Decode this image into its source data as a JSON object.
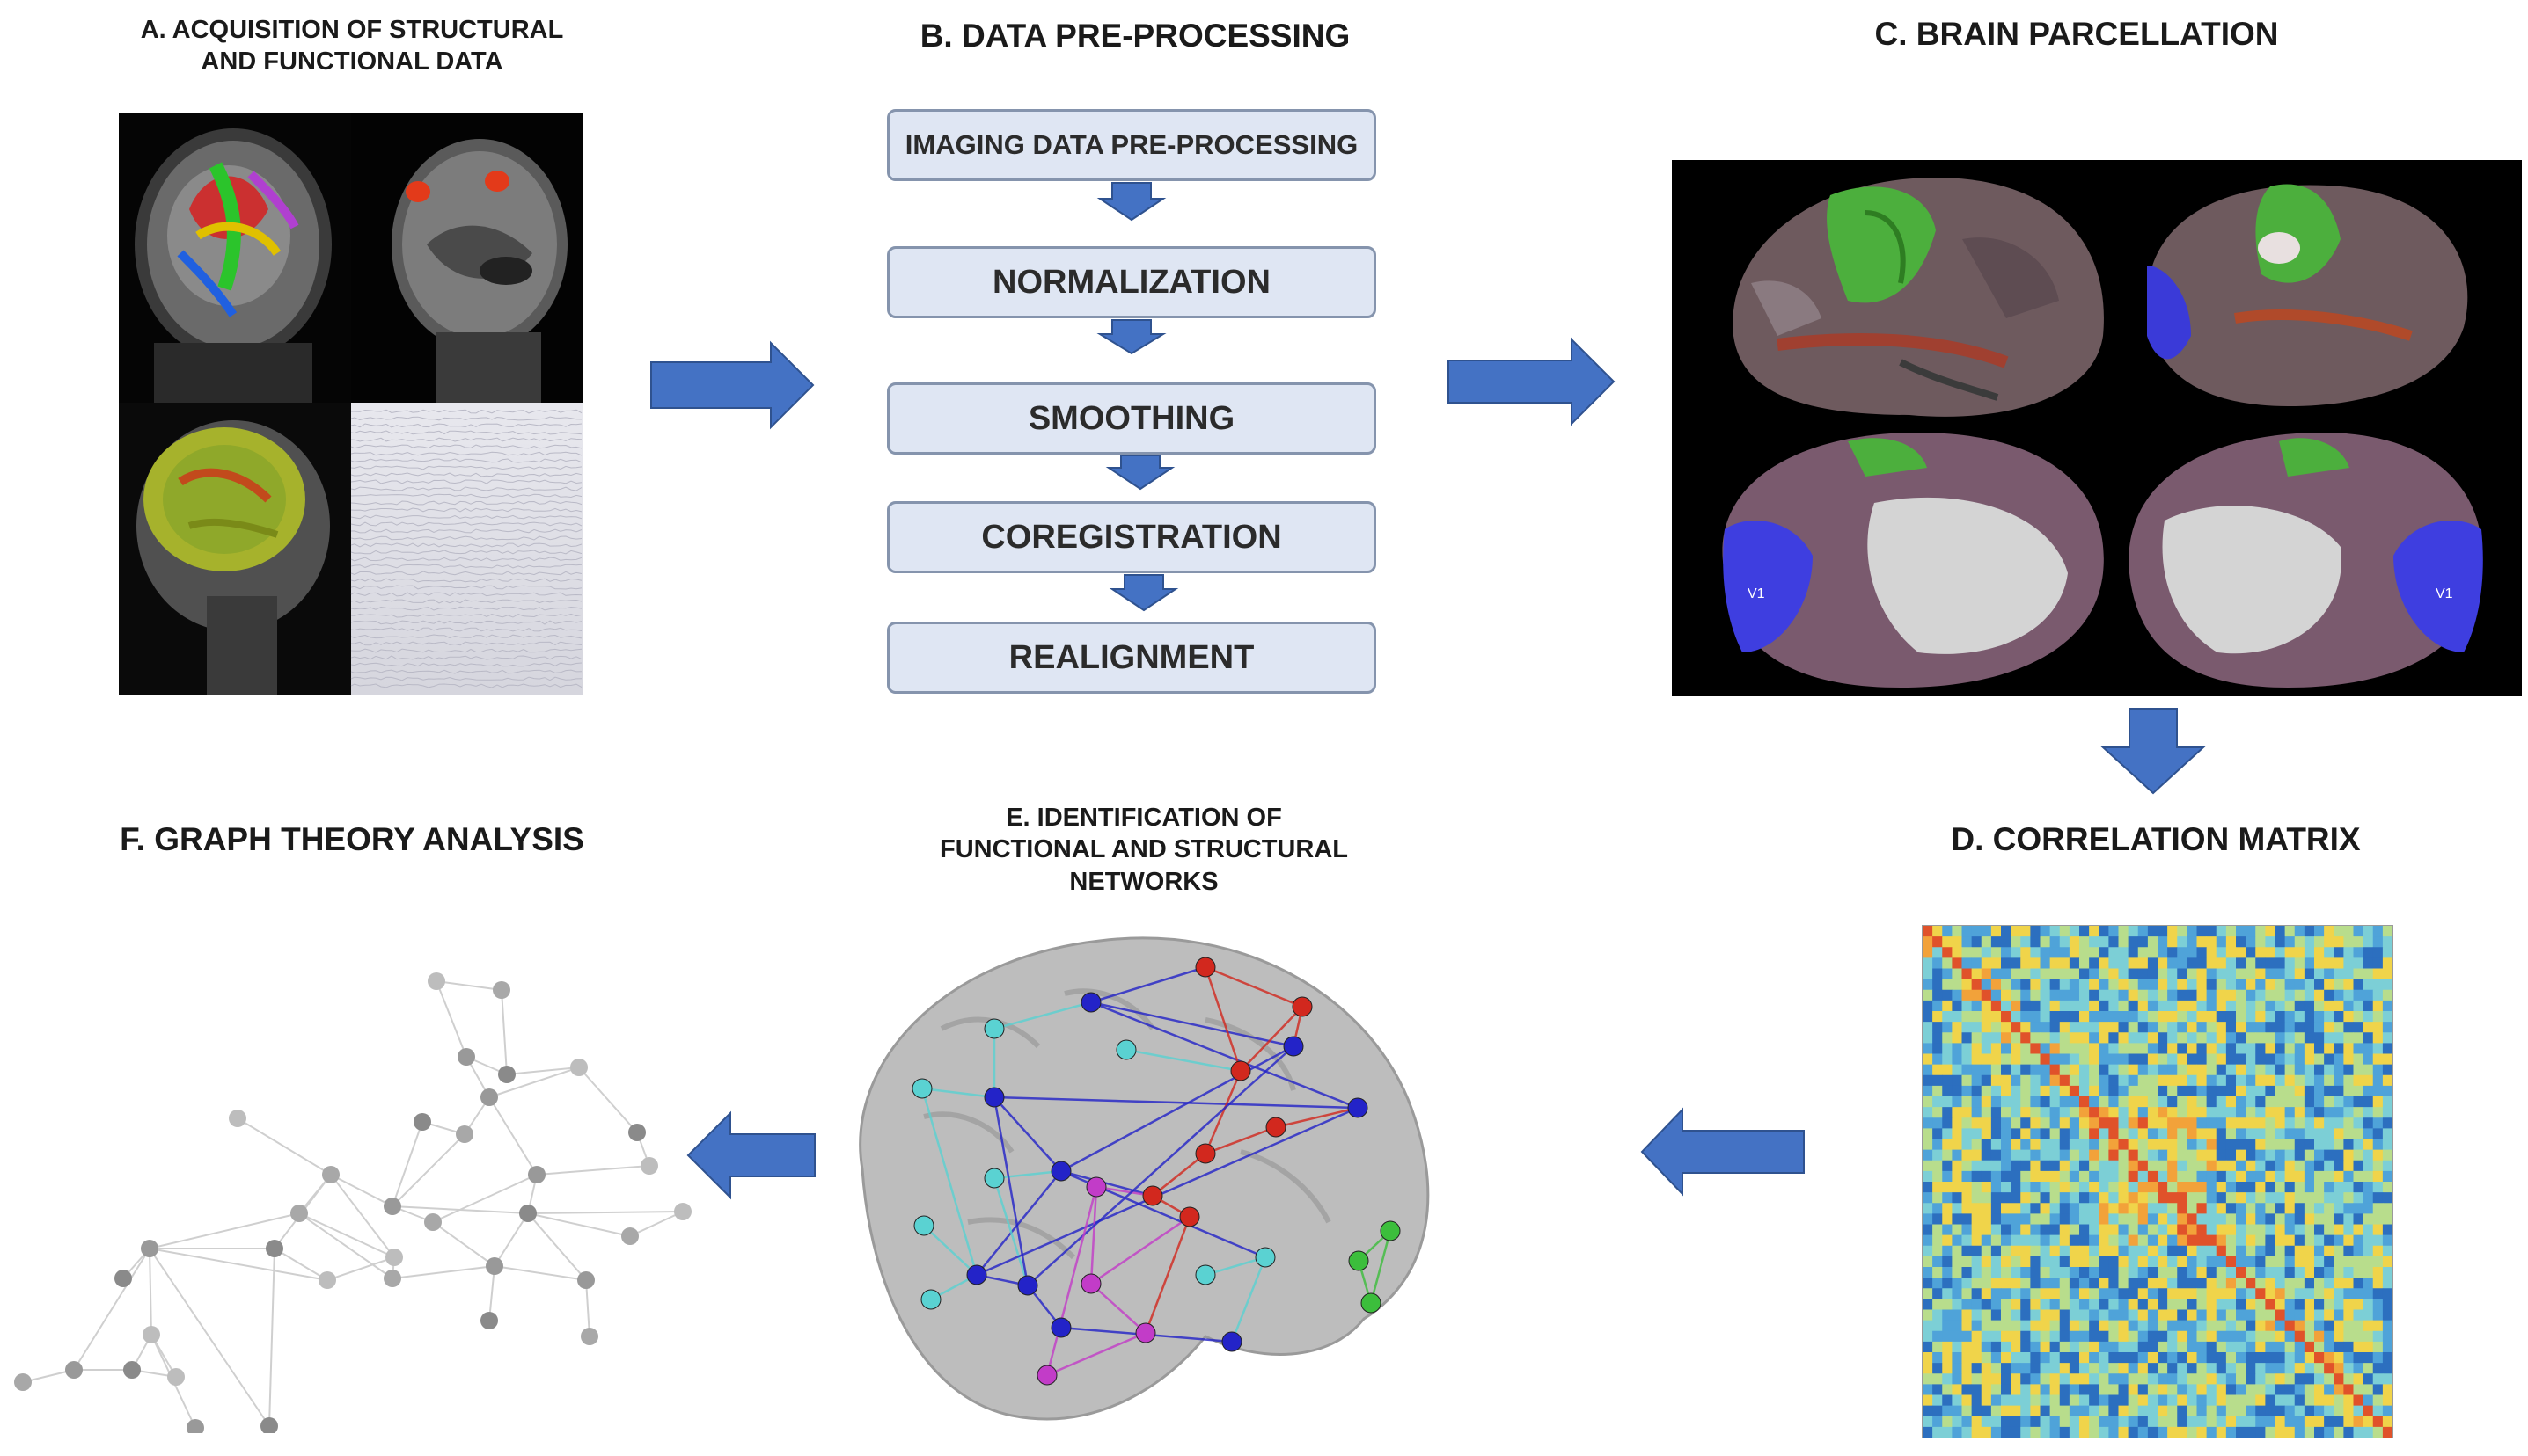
{
  "titles": {
    "a_line1": "A. ACQUISITION OF STRUCTURAL",
    "a_line2": "AND FUNCTIONAL DATA",
    "b": "B. DATA PRE-PROCESSING",
    "c": "C. BRAIN PARCELLATION",
    "d": "D. CORRELATION MATRIX",
    "e_line1": "E. IDENTIFICATION OF",
    "e_line2": "FUNCTIONAL AND STRUCTURAL",
    "e_line3": "NETWORKS",
    "f": "F. GRAPH THEORY ANALYSIS"
  },
  "steps": [
    "IMAGING DATA PRE-PROCESSING",
    "NORMALIZATION",
    "SMOOTHING",
    "COREGISTRATION",
    "REALIGNMENT"
  ],
  "parcel_labels": [
    "V1",
    "V1"
  ],
  "colors": {
    "arrow": "#4472c4",
    "arrow_stroke": "#2f528f",
    "box_fill": "#dfe6f3",
    "box_border": "#8594ad",
    "motor_green": "#4caf3d",
    "visual_blue": "#3e3ee0",
    "network_blue": "#2323c8",
    "network_red": "#d2281e",
    "network_magenta": "#c23cc8",
    "network_cyan": "#5ad2d2",
    "network_green": "#3cbe3c"
  }
}
